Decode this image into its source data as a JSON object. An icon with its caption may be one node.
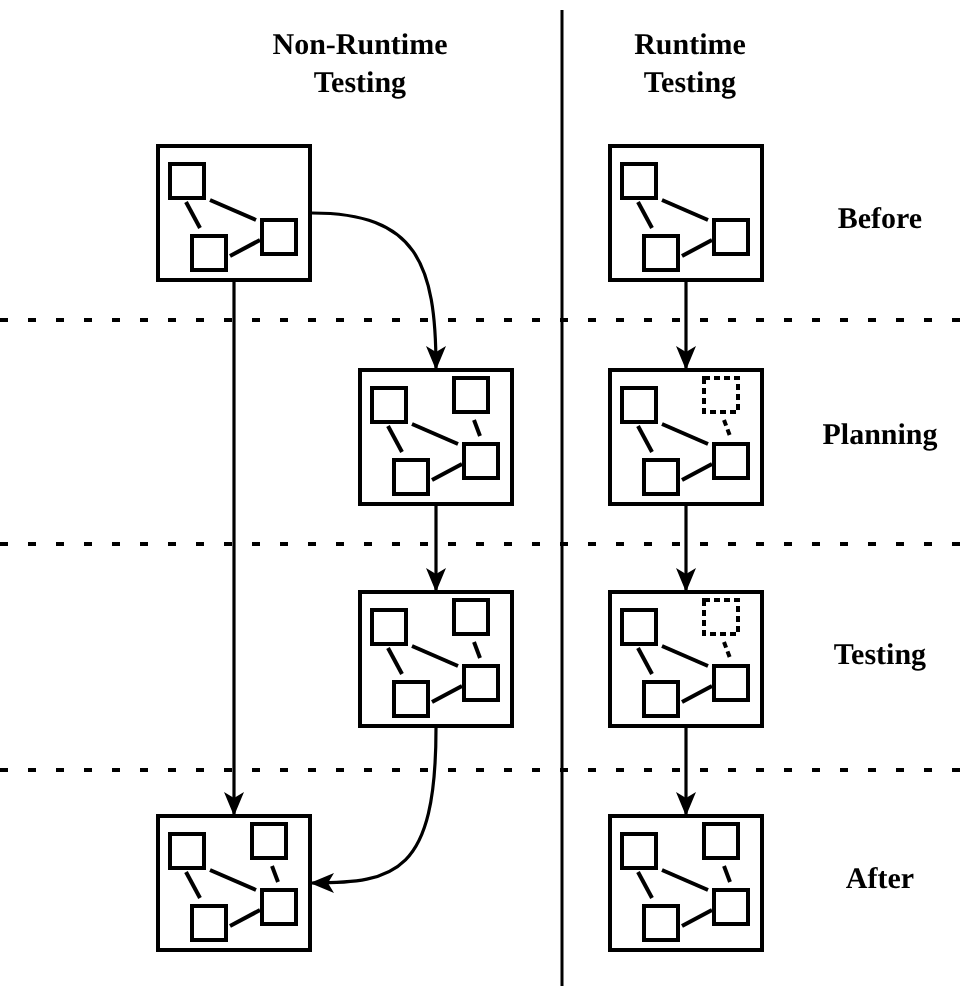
{
  "diagram": {
    "nodes": [
      {
        "text": [],
        "shape": "box"
      },
      {
        "text": [],
        "shape": "box"
      },
      {
        "text": [],
        "shape": "box"
      },
      {
        "text": [],
        "shape": "box"
      },
      {
        "text": [],
        "shape": "box"
      },
      {
        "text": [],
        "shape": "box"
      },
      {
        "text": [],
        "shape": "box"
      },
      {
        "text": [],
        "shape": "box"
      }
    ],
    "edges": [
      {
        "from": 0,
        "to": 2,
        "arrow": "to"
      },
      {
        "from": 0,
        "to": 6,
        "arrow": "to"
      },
      {
        "from": 2,
        "to": 4,
        "arrow": "to"
      },
      {
        "from": 4,
        "to": 6,
        "arrow": "to"
      },
      {
        "from": 1,
        "to": 3,
        "arrow": "to"
      },
      {
        "from": 3,
        "to": 5,
        "arrow": "to"
      },
      {
        "from": 5,
        "to": 7,
        "arrow": "to"
      }
    ],
    "labels": [
      "Non-Runtime Testing",
      "Runtime Testing",
      "Before",
      "Planning",
      "Testing",
      "After"
    ]
  }
}
